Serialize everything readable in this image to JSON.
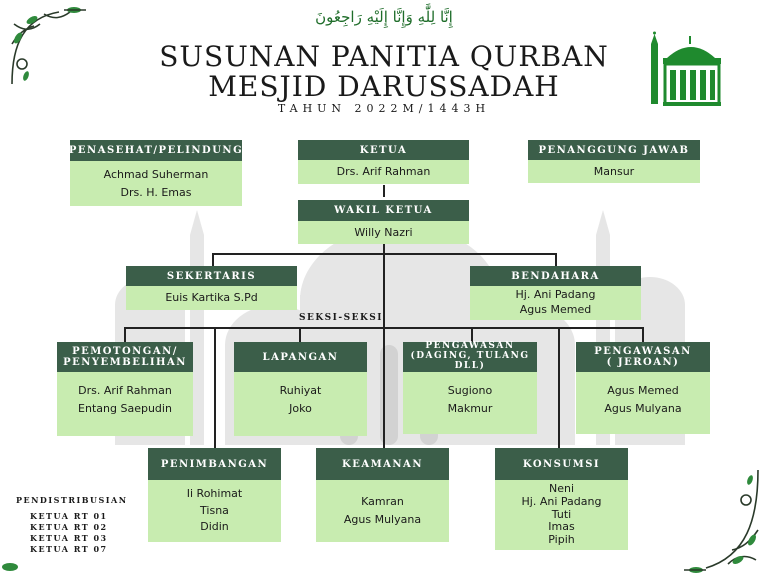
{
  "header": {
    "arabic": "إِنَّا لِلَّٰهِ وَإِنَّا إِلَيْهِ رَاجِعُونَ",
    "title_line1": "SUSUNAN PANITIA QURBAN",
    "title_line2": "MESJID DARUSSADAH",
    "year": "TAHUN 2022M/1443H"
  },
  "boxes": {
    "penasehat": {
      "title": "PENASEHAT/PELINDUNG",
      "names": [
        "Achmad Suherman",
        "Drs. H. Emas"
      ]
    },
    "ketua": {
      "title": "KETUA",
      "names": [
        "Drs. Arif Rahman"
      ]
    },
    "penanggung": {
      "title": "PENANGGUNG JAWAB",
      "names": [
        "Mansur"
      ]
    },
    "wakil": {
      "title": "WAKIL KETUA",
      "names": [
        "Willy Nazri"
      ]
    },
    "sekertaris": {
      "title": "SEKERTARIS",
      "names": [
        "Euis Kartika S.Pd"
      ]
    },
    "bendahara": {
      "title": "BENDAHARA",
      "names": [
        "Hj. Ani Padang",
        "Agus Memed"
      ]
    },
    "pemotongan": {
      "title": "PEMOTONGAN/ PENYEMBELIHAN",
      "names": [
        "Drs. Arif Rahman",
        "Entang Saepudin"
      ]
    },
    "lapangan": {
      "title": "LAPANGAN",
      "names": [
        "Ruhiyat",
        "Joko"
      ]
    },
    "pengawasan1": {
      "title": "PENGAWASAN (DAGING, TULANG DLL)",
      "names": [
        "Sugiono",
        "Makmur"
      ]
    },
    "pengawasan2": {
      "title": "PENGAWASAN ( JEROAN)",
      "names": [
        "Agus Memed",
        "Agus Mulyana"
      ]
    },
    "penimbangan": {
      "title": "PENIMBANGAN",
      "names": [
        "Ii Rohimat",
        "Tisna",
        "Didin"
      ]
    },
    "keamanan": {
      "title": "KEAMANAN",
      "names": [
        "Kamran",
        "Agus Mulyana"
      ]
    },
    "konsumsi": {
      "title": "KONSUMSI",
      "names": [
        "Neni",
        "Hj. Ani Padang",
        "Tuti",
        "Imas",
        "Pipih"
      ]
    }
  },
  "seksi_label": "SEKSI-SEKSI",
  "distribusi": {
    "title": "PENDISTRIBUSIAN",
    "items": [
      "KETUA RT 01",
      "KETUA RT 02",
      "KETUA RT 03",
      "KETUA RT 07"
    ]
  },
  "colors": {
    "header": "#3b5e49",
    "box": "#c8ecb0",
    "mosque": "#1f8a2e"
  }
}
